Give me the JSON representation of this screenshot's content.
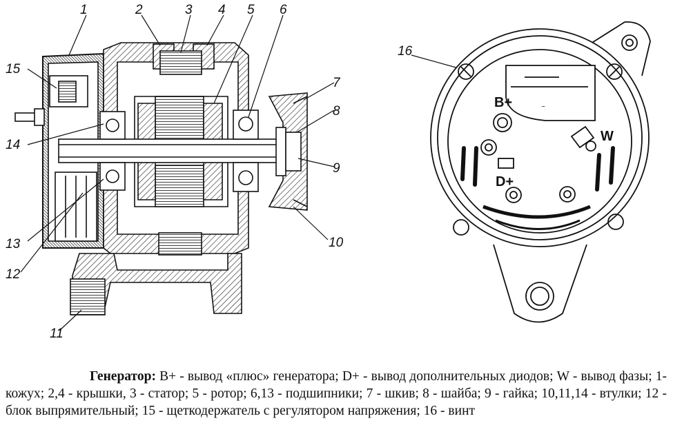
{
  "section_view": {
    "callouts": [
      "1",
      "2",
      "3",
      "4",
      "5",
      "6",
      "7",
      "8",
      "9",
      "10",
      "11",
      "12",
      "13",
      "14",
      "15"
    ]
  },
  "end_view": {
    "callouts": [
      "16"
    ],
    "terminals": {
      "b_plus": "B+",
      "d_plus": "D+",
      "w": "W"
    }
  },
  "caption": {
    "title": "Генератор:",
    "text": " B+ - вывод «плюс» генератора; D+ - вывод дополнительных диодов; W - вывод фазы; 1- кожух; 2,4 - крышки, 3 - статор; 5 - ротор; 6,13 - подшипники; 7 - шкив; 8 - шайба; 9 - гайка; 10,11,14 - втулки; 12 - блок выпрямительный; 15 - щеткодержатель с регулятором напряжения; 16 - винт"
  }
}
